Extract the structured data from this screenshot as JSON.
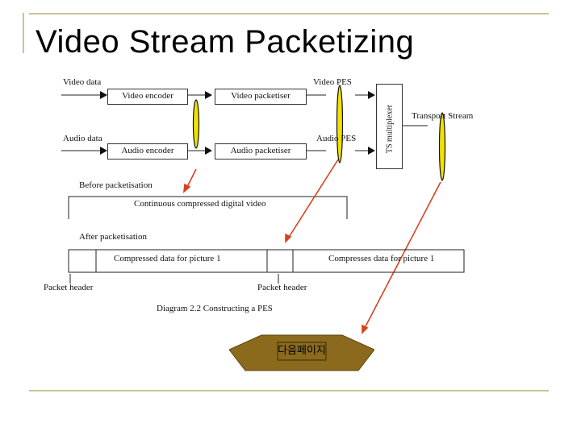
{
  "title": "Video Stream Packetizing",
  "diagram": {
    "video_data": "Video data",
    "audio_data": "Audio data",
    "video_encoder": "Video encoder",
    "audio_encoder": "Audio encoder",
    "video_packetiser": "Video packetiser",
    "audio_packetiser": "Audio packetiser",
    "video_pes": "Video PES",
    "audio_pes": "Audio PES",
    "ts_multiplexer": "TS multiplexer",
    "transport_stream": "Transport Stream",
    "before_packetisation": "Before packetisation",
    "continuous_video": "Continuous compressed digital video",
    "after_packetisation": "After packetisation",
    "compressed_picture_1": "Compressed data for picture 1",
    "compresses_picture_1": "Compresses data for picture 1",
    "packet_header_left": "Packet header",
    "packet_header_right": "Packet header",
    "caption": "Diagram 2.2 Constructing a PES"
  },
  "nav_button": {
    "label": "다음페이지"
  },
  "colors": {
    "accent_rule": "#c8c39a",
    "marker_fill": "#f2e200",
    "pointer": "#d9411e",
    "button_fill": "#8b6a1e"
  }
}
